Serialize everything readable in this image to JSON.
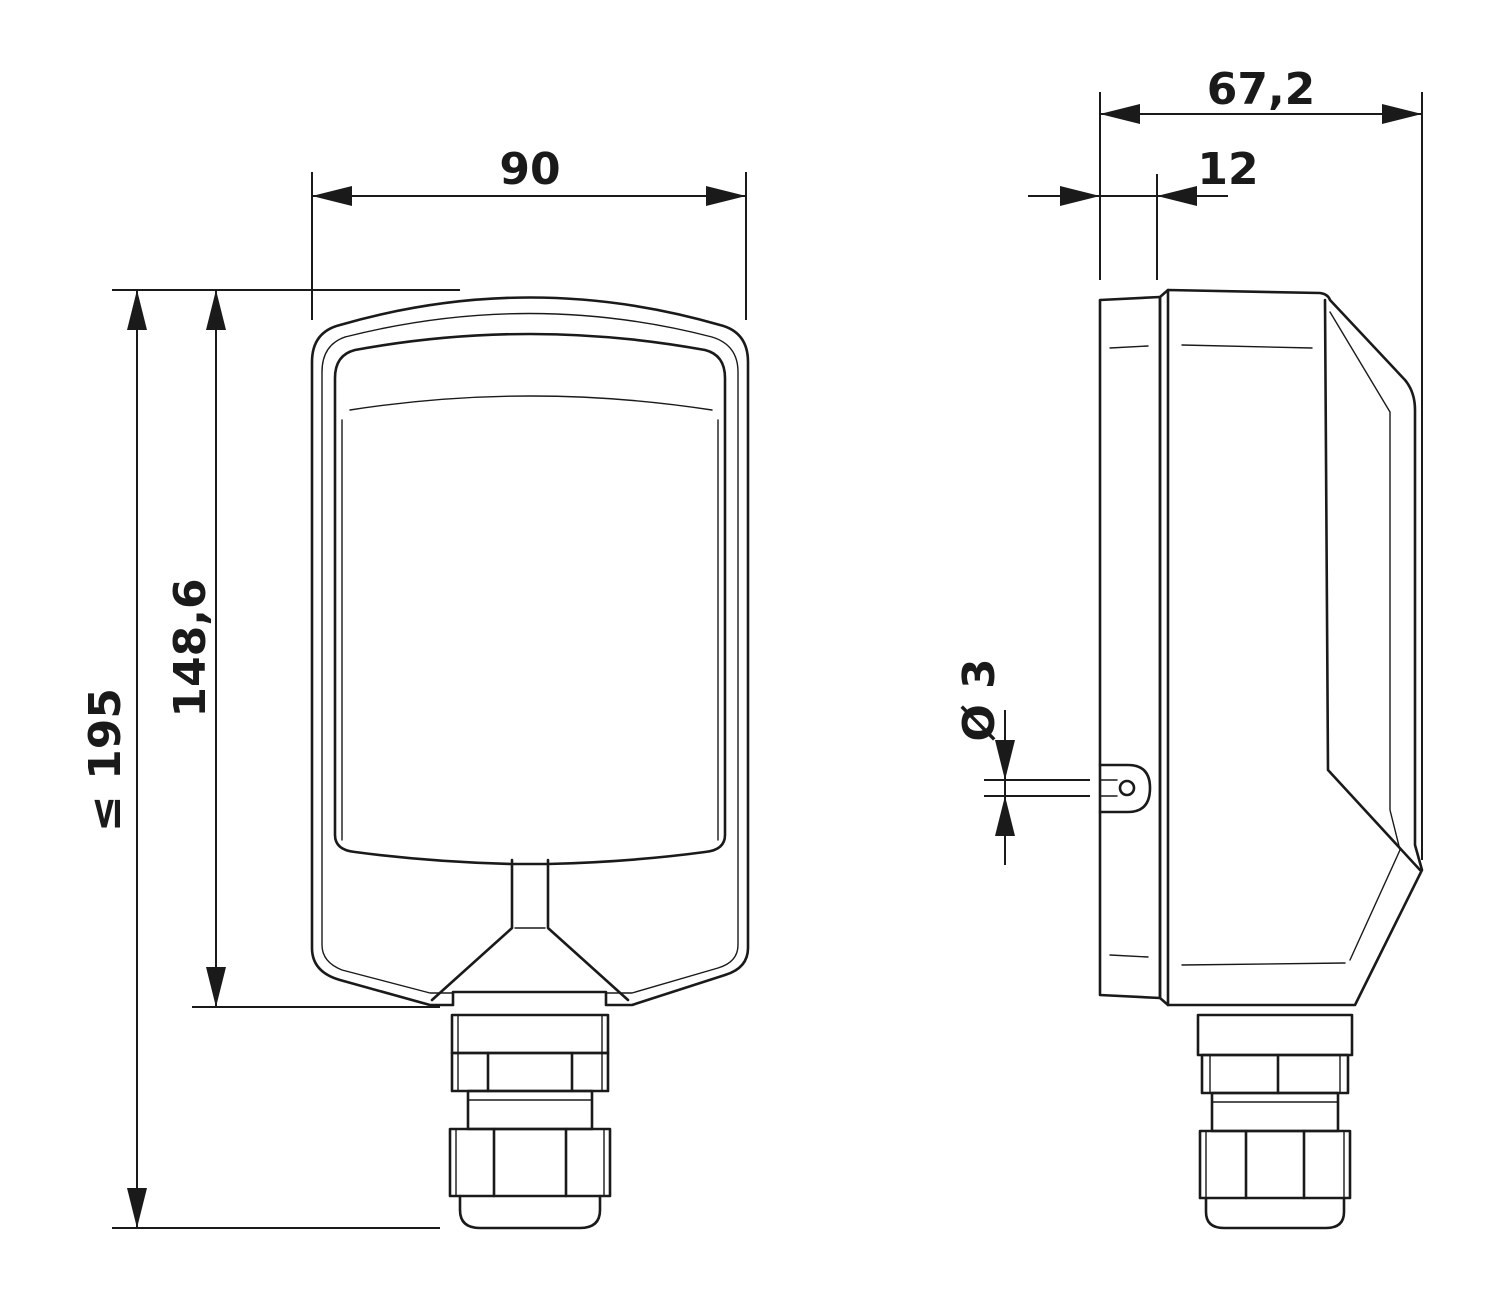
{
  "dimensions": {
    "front_width": "90",
    "front_total_height": "≤ 195",
    "front_body_height": "148,6",
    "side_depth": "67,2",
    "side_flange": "12",
    "mount_hole": "Ø 3"
  },
  "colors": {
    "line": "#1a1a1a",
    "background": "#ffffff"
  }
}
